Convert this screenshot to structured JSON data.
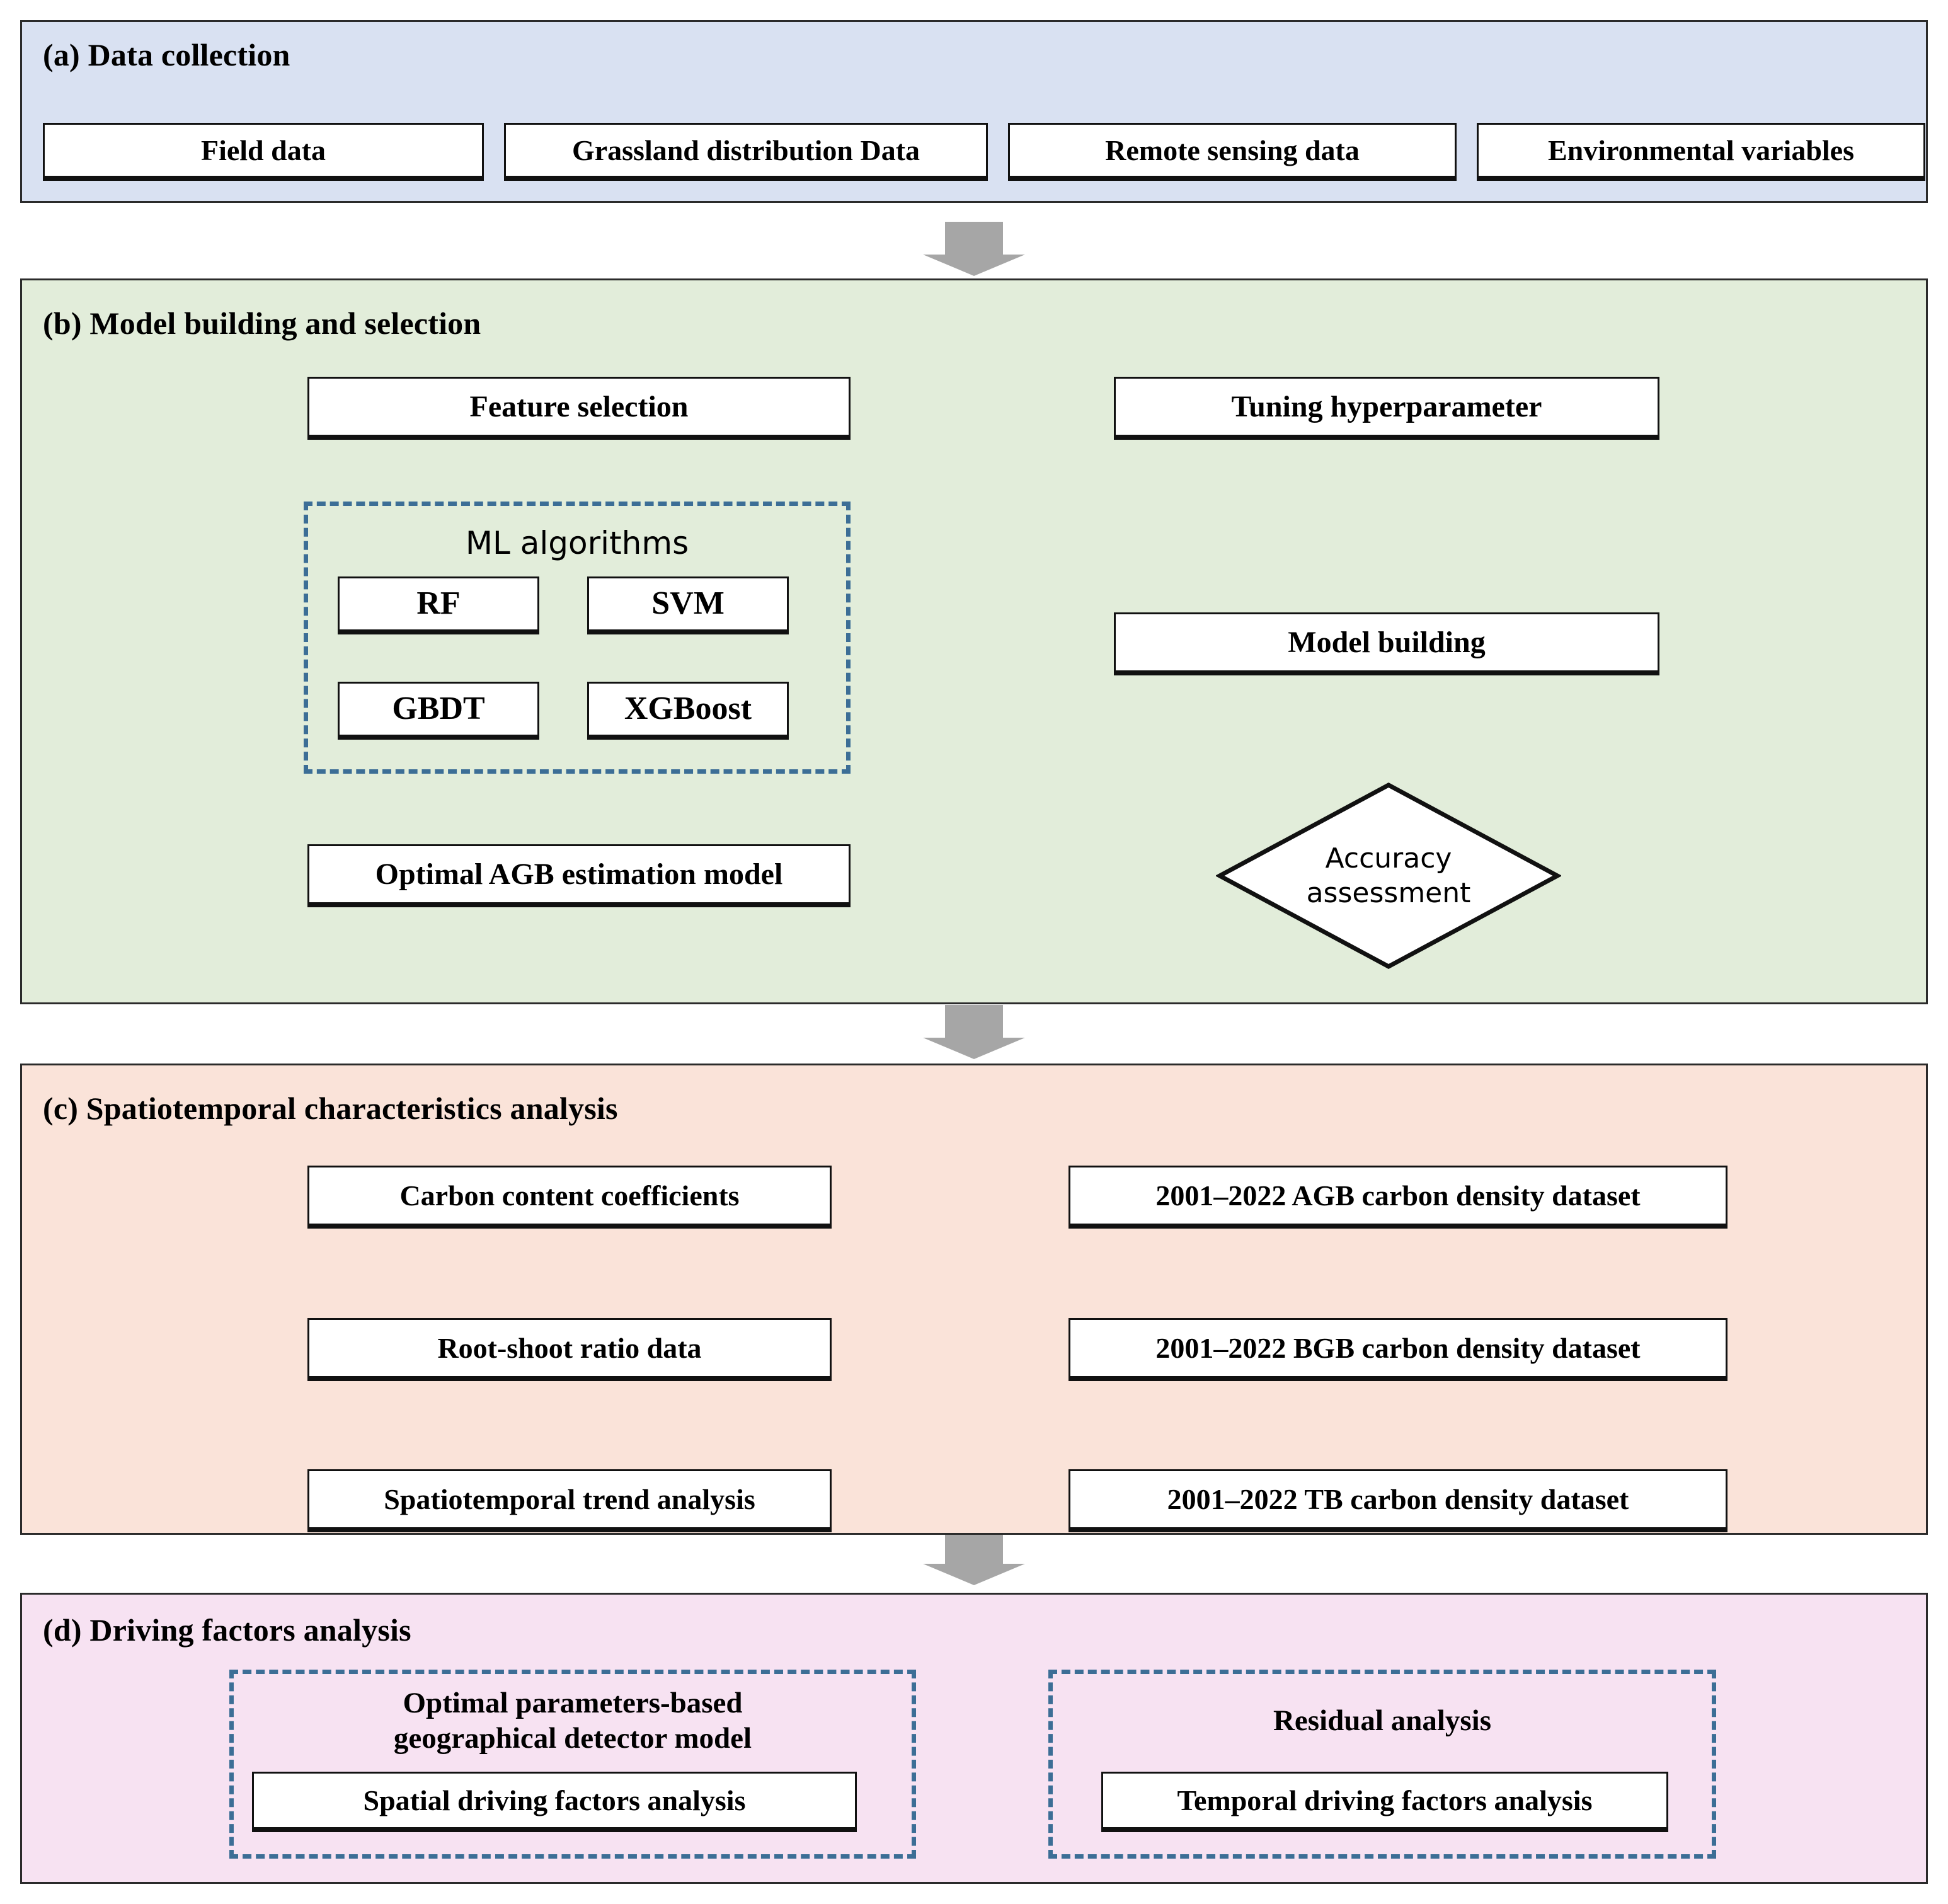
{
  "figure": {
    "type": "flowchart",
    "panels": [
      {
        "id": "a",
        "label": "(a) Data collection",
        "color": "#d9e1f2",
        "boxes": [
          "Field data",
          "Grassland distribution Data",
          "Remote sensing data",
          "Environmental variables"
        ]
      },
      {
        "id": "b",
        "label": "(b) Model building and selection",
        "color": "#e2edda",
        "boxes": [
          "Feature selection",
          "Tuning hyperparameter",
          "Model building",
          "Optimal AGB estimation model"
        ],
        "decision": "Accuracy\nassessment",
        "group": {
          "label": "ML algorithms",
          "items": [
            "RF",
            "SVM",
            "GBDT",
            "XGBoost"
          ]
        }
      },
      {
        "id": "c",
        "label": "(c) Spatiotemporal characteristics analysis",
        "color": "#fae3d9",
        "left_boxes": [
          "Carbon content coefficients",
          "Root-shoot ratio data",
          "Spatiotemporal trend analysis"
        ],
        "right_boxes": [
          "2001–2022 AGB carbon density dataset",
          "2001–2022 BGB carbon density dataset",
          "2001–2022 TB carbon density dataset"
        ]
      },
      {
        "id": "d",
        "label": "(d) Driving factors analysis",
        "color": "#f7e2f2",
        "groups": [
          {
            "label": "Optimal parameters-based\ngeographical detector model",
            "box": "Spatial driving factors analysis"
          },
          {
            "label": "Residual analysis",
            "box": "Temporal driving factors analysis"
          }
        ]
      }
    ],
    "colors": {
      "panel_border": "#2b2b2b",
      "box_border": "#111111",
      "dashed_border": "#3c6e96",
      "stage_arrow": "#a6a6a6",
      "connector": "#000000"
    }
  },
  "panel_a": {
    "title": "(a) Data collection",
    "box1": "Field data",
    "box2": "Grassland distribution Data",
    "box3": "Remote sensing data",
    "box4": "Environmental variables"
  },
  "panel_b": {
    "title": "(b) Model building and selection",
    "feature_selection": "Feature selection",
    "tuning": "Tuning hyperparameter",
    "model_building": "Model building",
    "accuracy": "Accuracy\nassessment",
    "optimal_model": "Optimal AGB estimation model",
    "ml_label": "ML algorithms",
    "ml1": "RF",
    "ml2": "SVM",
    "ml3": "GBDT",
    "ml4": "XGBoost"
  },
  "panel_c": {
    "title": "(c) Spatiotemporal characteristics analysis",
    "carbon_coef": "Carbon content coefficients",
    "root_shoot": "Root-shoot ratio data",
    "trend": "Spatiotemporal trend analysis",
    "agb": "2001–2022 AGB carbon density dataset",
    "bgb": "2001–2022 BGB carbon density dataset",
    "tb": "2001–2022 TB carbon density dataset"
  },
  "panel_d": {
    "title": "(d) Driving factors analysis",
    "opgd_label_l1": "Optimal parameters-based",
    "opgd_label_l2": "geographical detector model",
    "spatial_box": "Spatial driving factors analysis",
    "residual_label": "Residual analysis",
    "temporal_box": "Temporal driving factors analysis"
  }
}
